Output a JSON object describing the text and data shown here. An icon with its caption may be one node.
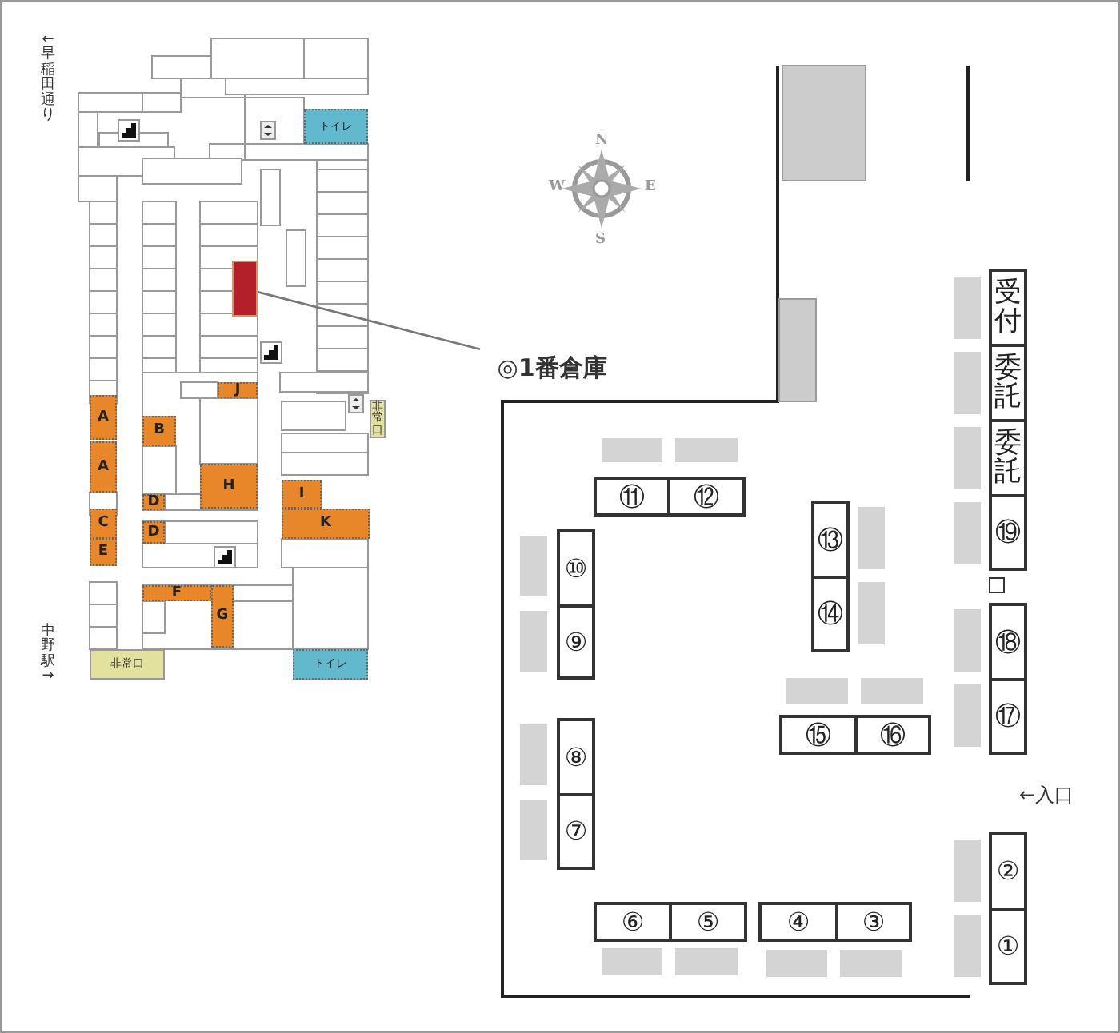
{
  "diagram": {
    "nodes": [
      {
        "text": [
          "トイレ"
        ]
      },
      {
        "text": [],
        "shape": "box"
      },
      {
        "text": [
          "◎1番倉庫"
        ]
      },
      {
        "text": [
          "J"
        ]
      },
      {
        "text": [
          "A"
        ]
      },
      {
        "text": [
          "B"
        ]
      },
      {
        "text": [
          "非常口"
        ]
      },
      {
        "text": [
          "A"
        ]
      },
      {
        "text": [
          "H"
        ]
      },
      {
        "text": [
          "I"
        ]
      },
      {
        "text": [
          "D"
        ]
      },
      {
        "text": [
          "C"
        ]
      },
      {
        "text": [
          "K"
        ]
      },
      {
        "text": [
          "D"
        ]
      },
      {
        "text": [
          "E"
        ]
      },
      {
        "text": [
          "F"
        ]
      },
      {
        "text": [
          "G"
        ]
      },
      {
        "text": [
          "非常口"
        ]
      },
      {
        "text": [
          "トイレ"
        ]
      },
      {
        "text": [
          "受付"
        ]
      },
      {
        "text": [
          "委託"
        ]
      },
      {
        "text": [
          "委託"
        ]
      },
      {
        "text": [
          "⑪"
        ]
      },
      {
        "text": [
          "⑫"
        ]
      },
      {
        "text": [
          "⑬"
        ]
      },
      {
        "text": [
          "⑩"
        ]
      },
      {
        "text": [
          "⑲"
        ]
      },
      {
        "text": [],
        "shape": "box"
      },
      {
        "text": [
          "⑭"
        ]
      },
      {
        "text": [
          "⑨"
        ]
      },
      {
        "text": [
          "⑱"
        ]
      },
      {
        "text": [
          "⑮"
        ]
      },
      {
        "text": [
          "⑯"
        ]
      },
      {
        "text": [
          "⑰"
        ]
      },
      {
        "text": [
          "⑧"
        ]
      },
      {
        "text": [
          "⑦"
        ]
      },
      {
        "text": [
          "②"
        ]
      },
      {
        "text": [
          "⑥"
        ]
      },
      {
        "text": [
          "⑤"
        ]
      },
      {
        "text": [
          "④"
        ]
      },
      {
        "text": [
          "③"
        ]
      },
      {
        "text": [
          "①"
        ]
      }
    ],
    "edges": [
      {
        "from": 2,
        "to": 1,
        "arrow": "none"
      }
    ],
    "labels": [
      "←早稲田通り",
      "N",
      "W",
      "E",
      "S",
      "中野駅→",
      "←入口"
    ]
  }
}
